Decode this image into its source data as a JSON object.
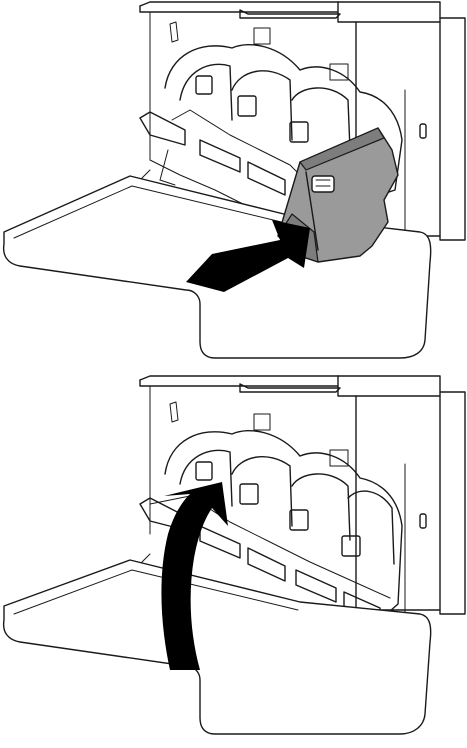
{
  "figure": {
    "panels": [
      {
        "id": "step-insert",
        "action": "insert-toner-collection-unit",
        "arrow": "straight-arrow"
      },
      {
        "id": "step-close",
        "action": "close-front-door",
        "arrow": "curved-arrow"
      }
    ],
    "colors": {
      "line": "#1a1a1a",
      "arrow": "#000000",
      "cartridge": "#9a9a9a",
      "background": "#ffffff"
    }
  }
}
